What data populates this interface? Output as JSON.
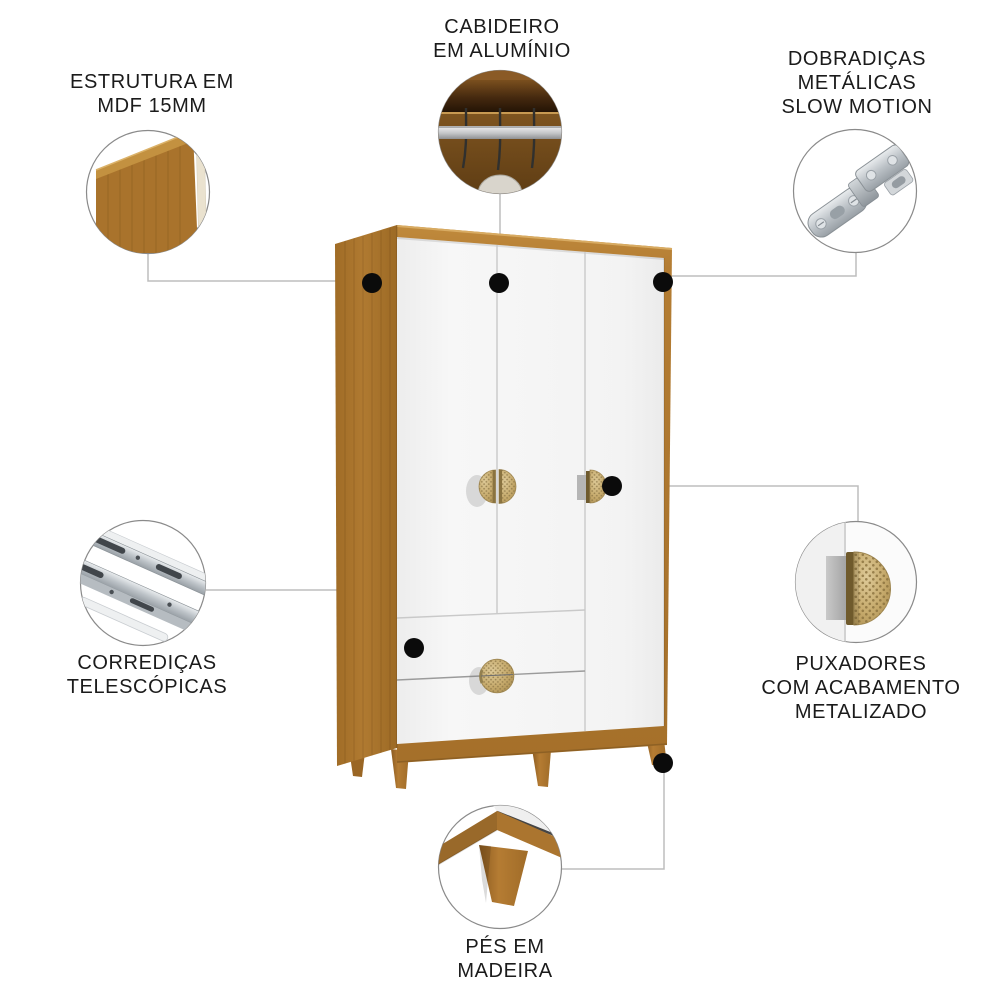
{
  "diagram": {
    "type": "product-feature-diagram",
    "product": "three-door wardrobe with two drawers",
    "background": "#ffffff"
  },
  "callouts": {
    "estrutura": {
      "lines": [
        "ESTRUTURA EM",
        "MDF 15MM"
      ],
      "detail_icon": "mdf-panel-corner"
    },
    "cabideiro": {
      "lines": [
        "CABIDEIRO",
        "EM ALUMÍNIO"
      ],
      "detail_icon": "aluminum-hanging-rod"
    },
    "dobradicas": {
      "lines": [
        "DOBRADIÇAS",
        "METÁLICAS",
        "SLOW MOTION"
      ],
      "detail_icon": "slow-motion-metal-hinge"
    },
    "corredicas": {
      "lines": [
        "CORREDIÇAS",
        "TELESCÓPICAS"
      ],
      "detail_icon": "telescopic-drawer-slides"
    },
    "puxadores": {
      "lines": [
        "PUXADORES",
        "COM ACABAMENTO",
        "METALIZADO"
      ],
      "detail_icon": "metallic-finish-handle"
    },
    "pes": {
      "lines": [
        "PÉS EM",
        "MADEIRA"
      ],
      "detail_icon": "wooden-feet"
    }
  },
  "colors": {
    "wood": "#ab752f",
    "wood_dark": "#9a6724",
    "wood_light": "#c79040",
    "door_white": "#f4f4f4",
    "handle_gold": "#c9ad72",
    "handle_gold_dark": "#8d7747",
    "interior_wood": "#6b4416",
    "metal_silver": "#c5c9cd",
    "connector_line": "#bdbdbd",
    "marker_dot": "#0b0b0b",
    "text": "#1b1b1b"
  }
}
